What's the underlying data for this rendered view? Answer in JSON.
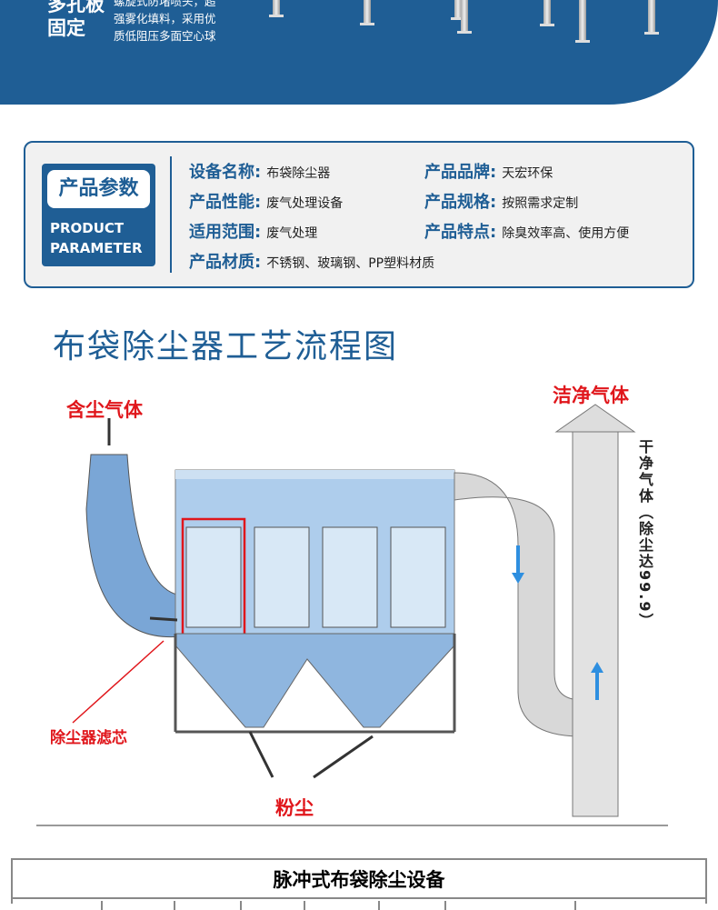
{
  "banner": {
    "heading_lines": [
      "多孔板",
      "固定"
    ],
    "desc_lines": [
      "螺旋式防堵喷头，超",
      "强雾化填料，采用优",
      "质低阻压多面空心球"
    ]
  },
  "params": {
    "logo_cn": "产品参数",
    "logo_en_1": "PRODUCT",
    "logo_en_2": "PARAMETER",
    "items": [
      {
        "label": "设备名称:",
        "value": "布袋除尘器"
      },
      {
        "label": "产品品牌:",
        "value": "天宏环保"
      },
      {
        "label": "产品性能:",
        "value": "废气处理设备"
      },
      {
        "label": "产品规格:",
        "value": "按照需求定制"
      },
      {
        "label": "适用范围:",
        "value": "废气处理"
      },
      {
        "label": "产品特点:",
        "value": "除臭效率高、使用方便"
      },
      {
        "label": "产品材质:",
        "value": "不锈钢、玻璃钢、PP塑料材质"
      }
    ]
  },
  "diagram": {
    "title": "布袋除尘器工艺流程图",
    "inlet": "含尘气体",
    "outlet": "洁净气体",
    "stack_text": "干净气体（除尘达99.9）",
    "filter": "除尘器滤芯",
    "dust": "粉尘"
  },
  "table": {
    "title": "脉冲式布袋除尘设备"
  },
  "colors": {
    "brand": "#1f5e95",
    "label_red": "#e0161b"
  }
}
